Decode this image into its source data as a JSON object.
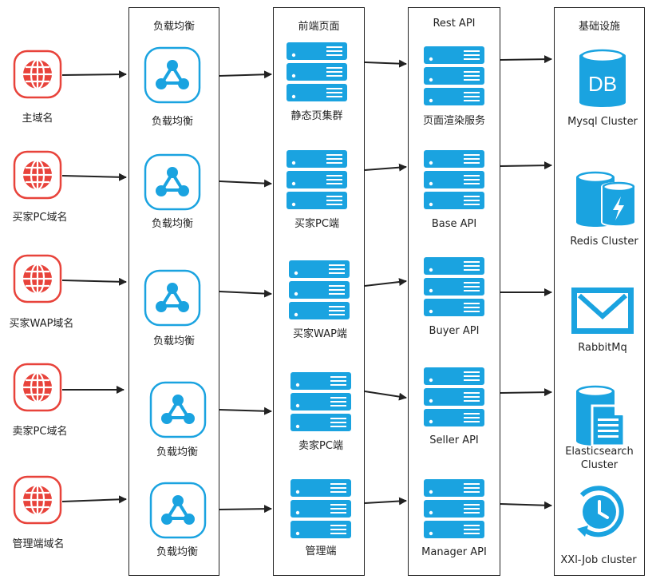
{
  "colors": {
    "domain_red": "#e8433b",
    "lb_blue": "#1aa3e0",
    "server_blue": "#1aa3e0",
    "infra_blue": "#1aa3e0",
    "line": "#222222"
  },
  "domains": [
    {
      "label": "主域名",
      "icon": "globe-icon"
    },
    {
      "label": "买家PC域名",
      "icon": "globe-icon"
    },
    {
      "label": "买家WAP域名",
      "icon": "globe-icon"
    },
    {
      "label": "卖家PC域名",
      "icon": "globe-icon"
    },
    {
      "label": "管理端域名",
      "icon": "globe-icon"
    }
  ],
  "load_balancer": {
    "title": "负载均衡",
    "items": [
      {
        "label": "负载均衡",
        "icon": "load-balancer-icon"
      },
      {
        "label": "负载均衡",
        "icon": "load-balancer-icon"
      },
      {
        "label": "负载均衡",
        "icon": "load-balancer-icon"
      },
      {
        "label": "负载均衡",
        "icon": "load-balancer-icon"
      },
      {
        "label": "负载均衡",
        "icon": "load-balancer-icon"
      }
    ]
  },
  "frontend": {
    "title": "前端页面",
    "items": [
      {
        "label": "静态页集群",
        "icon": "server-stack-icon"
      },
      {
        "label": "买家PC端",
        "icon": "server-stack-icon"
      },
      {
        "label": "买家WAP端",
        "icon": "server-stack-icon"
      },
      {
        "label": "卖家PC端",
        "icon": "server-stack-icon"
      },
      {
        "label": "管理端",
        "icon": "server-stack-icon"
      }
    ]
  },
  "rest_api": {
    "title": "Rest API",
    "items": [
      {
        "label": "页面渲染服务",
        "icon": "server-stack-icon"
      },
      {
        "label": "Base API",
        "icon": "server-stack-icon"
      },
      {
        "label": "Buyer API",
        "icon": "server-stack-icon"
      },
      {
        "label": "Seller API",
        "icon": "server-stack-icon"
      },
      {
        "label": "Manager API",
        "icon": "server-stack-icon"
      }
    ]
  },
  "infra": {
    "title": "基础设施",
    "items": [
      {
        "label": "Mysql Cluster",
        "icon": "database-icon",
        "icon_text": "DB"
      },
      {
        "label": "Redis Cluster",
        "icon": "redis-cache-icon"
      },
      {
        "label": "RabbitMq",
        "icon": "mail-queue-icon"
      },
      {
        "label": "Elasticsearch Cluster",
        "icon": "search-index-icon"
      },
      {
        "label": "XXl-Job cluster",
        "icon": "scheduler-clock-icon"
      }
    ]
  }
}
